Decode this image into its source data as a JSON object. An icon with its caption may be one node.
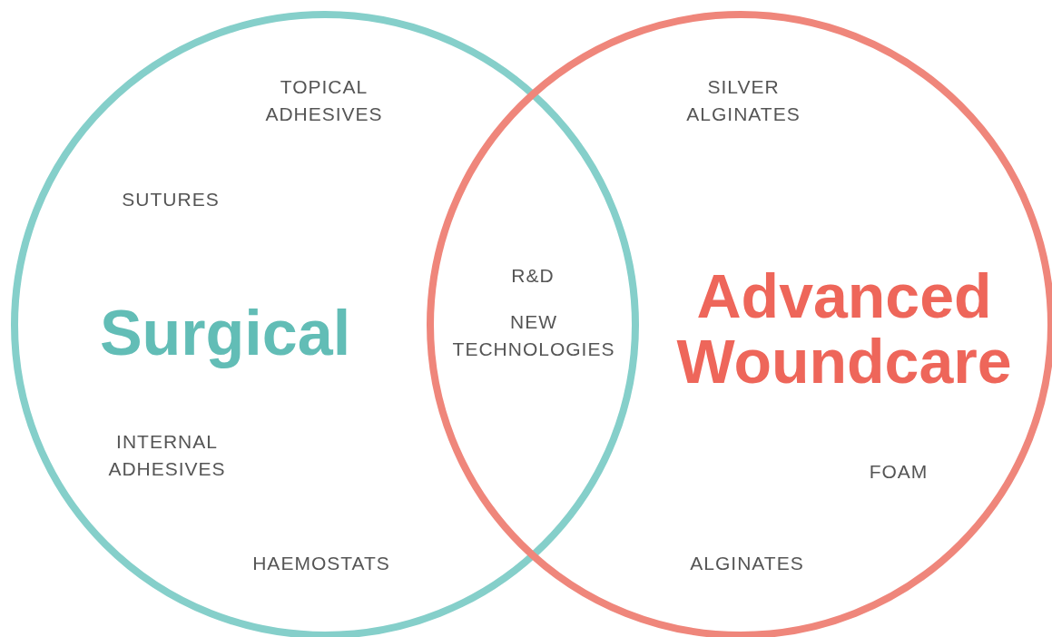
{
  "diagram": {
    "nodes": [
      {
        "text": [
          "Surgical"
        ]
      },
      {
        "text": [
          "Advanced Woundcare"
        ]
      }
    ],
    "labels": [
      "TOPICAL ADHESIVES",
      "SILVER ALGINATES",
      "SUTURES",
      "R&D",
      "NEW TECHNOLOGIES",
      "INTERNAL ADHESIVES",
      "FOAM",
      "HAEMOSTATS",
      "ALGINATES"
    ]
  }
}
